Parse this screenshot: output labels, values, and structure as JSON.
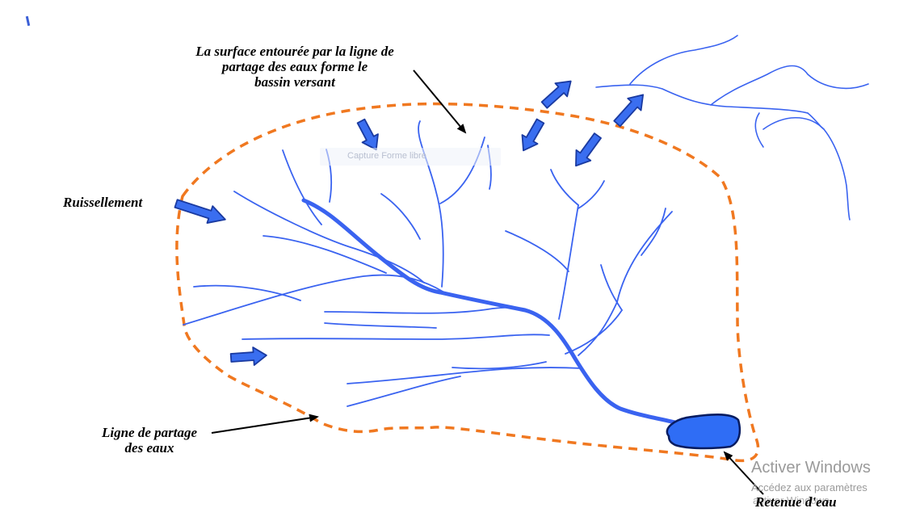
{
  "labels": {
    "top_line1": "La surface entourée par la ligne de",
    "top_line2": "partage des eaux forme le",
    "top_line3": "bassin versant",
    "ruissellement": "Ruissellement",
    "ligne_line1": "Ligne de partage",
    "ligne_line2": "des eaux",
    "retenue": "Retenue d'eau"
  },
  "overlay": {
    "text": "Capture Forme libre"
  },
  "watermark": {
    "title": "Activer Windows",
    "subtitle": "Accédez aux paramètres",
    "subtitle2": "activer Windows."
  },
  "colors": {
    "river": "#3a63f0",
    "main_river": "#3a63f0",
    "arrow_fill": "#3a6ef0",
    "arrow_stroke": "#1a3aa0",
    "watershed_line": "#f07820",
    "lake": "#2f6df5",
    "pointer": "#000000"
  }
}
